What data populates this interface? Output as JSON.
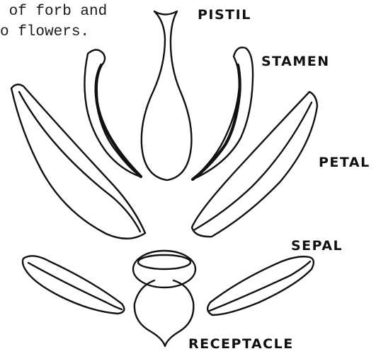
{
  "caption": {
    "line1": " of forb and",
    "line2": "o flowers."
  },
  "labels": {
    "pistil": "PISTIL",
    "stamen": "STAMEN",
    "petal": "PETAL",
    "sepal": "SEPAL",
    "receptacle": "RECEPTACLE"
  },
  "colors": {
    "ink": "#111111",
    "paper": "#ffffff"
  }
}
